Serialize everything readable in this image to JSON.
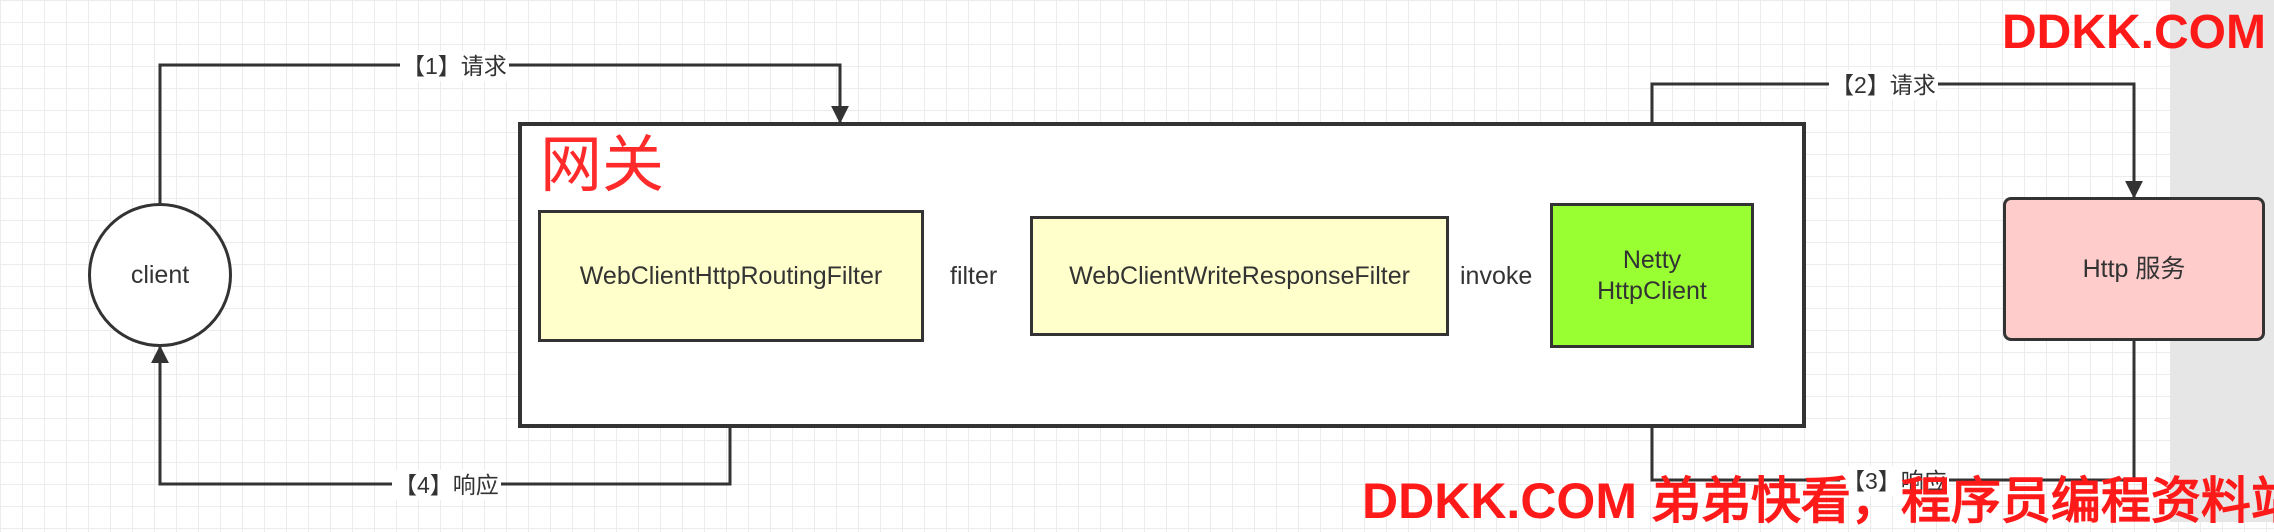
{
  "gateway": {
    "title": "网关"
  },
  "nodes": {
    "client": "client",
    "routing_filter": "WebClientHttpRoutingFilter",
    "write_response_filter": "WebClientWriteResponseFilter",
    "netty_line1": "Netty",
    "netty_line2": "HttpClient",
    "http_service": "Http 服务"
  },
  "edges": {
    "request_1": "【1】请求",
    "request_2": "【2】请求",
    "response_3": "【3】响应",
    "response_4": "【4】响应",
    "filter": "filter",
    "invoke": "invoke"
  },
  "watermarks": {
    "top": "DDKK.COM",
    "bottom": "DDKK.COM 弟弟快看，程序员编程资料站"
  },
  "colors": {
    "filter_fill": "#ffffcc",
    "netty_fill": "#99ff33",
    "service_fill": "#ffcccc",
    "title_red": "#ff2b2b",
    "watermark_red": "#ff1a1a",
    "stroke": "#333333"
  }
}
